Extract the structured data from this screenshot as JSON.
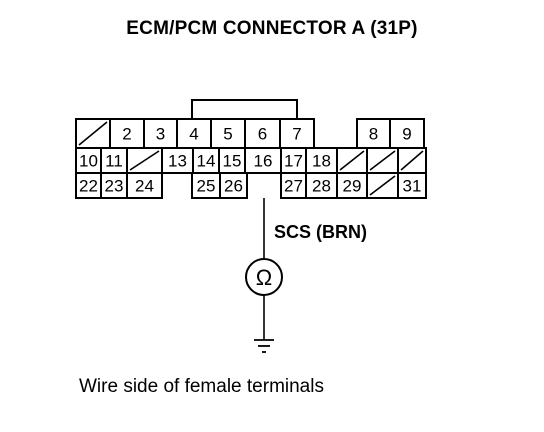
{
  "title": "ECM/PCM CONNECTOR A (31P)",
  "wire_label": "SCS (BRN)",
  "meter_symbol": "Ω",
  "caption": "Wire side of female terminals",
  "connector": {
    "rows": [
      [
        {
          "terminal": "",
          "empty": true
        },
        {
          "terminal": "2"
        },
        {
          "terminal": "3"
        },
        {
          "terminal": "4"
        },
        {
          "terminal": "5"
        },
        {
          "terminal": "6"
        },
        {
          "terminal": "7"
        },
        {
          "terminal": "8"
        },
        {
          "terminal": "9"
        }
      ],
      [
        {
          "terminal": "10"
        },
        {
          "terminal": "11"
        },
        {
          "terminal": "",
          "empty": true
        },
        {
          "terminal": "13"
        },
        {
          "terminal": "14"
        },
        {
          "terminal": "15"
        },
        {
          "terminal": "16"
        },
        {
          "terminal": "17"
        },
        {
          "terminal": "18"
        },
        {
          "terminal": "",
          "empty": true
        },
        {
          "terminal": "",
          "empty": true
        },
        {
          "terminal": "",
          "empty": true
        }
      ],
      [
        {
          "terminal": "22"
        },
        {
          "terminal": "23"
        },
        {
          "terminal": "24"
        },
        {
          "terminal": "25"
        },
        {
          "terminal": "26"
        },
        {
          "terminal": "27"
        },
        {
          "terminal": "28"
        },
        {
          "terminal": "29"
        },
        {
          "terminal": "",
          "empty": true
        },
        {
          "terminal": "31"
        }
      ]
    ],
    "probed_terminal": "16"
  }
}
